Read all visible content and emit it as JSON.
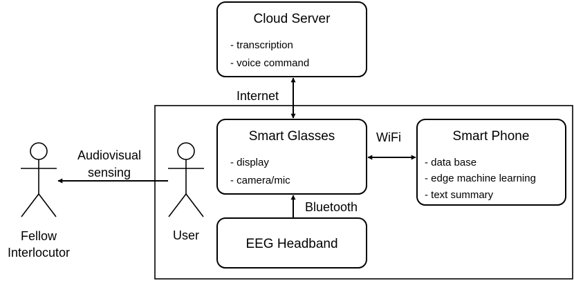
{
  "nodes": {
    "cloud_server": {
      "title": "Cloud Server",
      "items": [
        "- transcription",
        "- voice command"
      ]
    },
    "smart_glasses": {
      "title": "Smart Glasses",
      "items": [
        "- display",
        "- camera/mic"
      ]
    },
    "smart_phone": {
      "title": "Smart Phone",
      "items": [
        "- data base",
        "- edge machine learning",
        "- text summary"
      ]
    },
    "eeg_headband": {
      "title": "EEG Headband"
    }
  },
  "actors": {
    "user": {
      "label": "User"
    },
    "fellow": {
      "label_line1": "Fellow",
      "label_line2": "Interlocutor"
    }
  },
  "edges": {
    "internet": "Internet",
    "wifi": "WiFi",
    "bluetooth": "Bluetooth",
    "audiovisual_line1": "Audiovisual",
    "audiovisual_line2": "sensing"
  }
}
